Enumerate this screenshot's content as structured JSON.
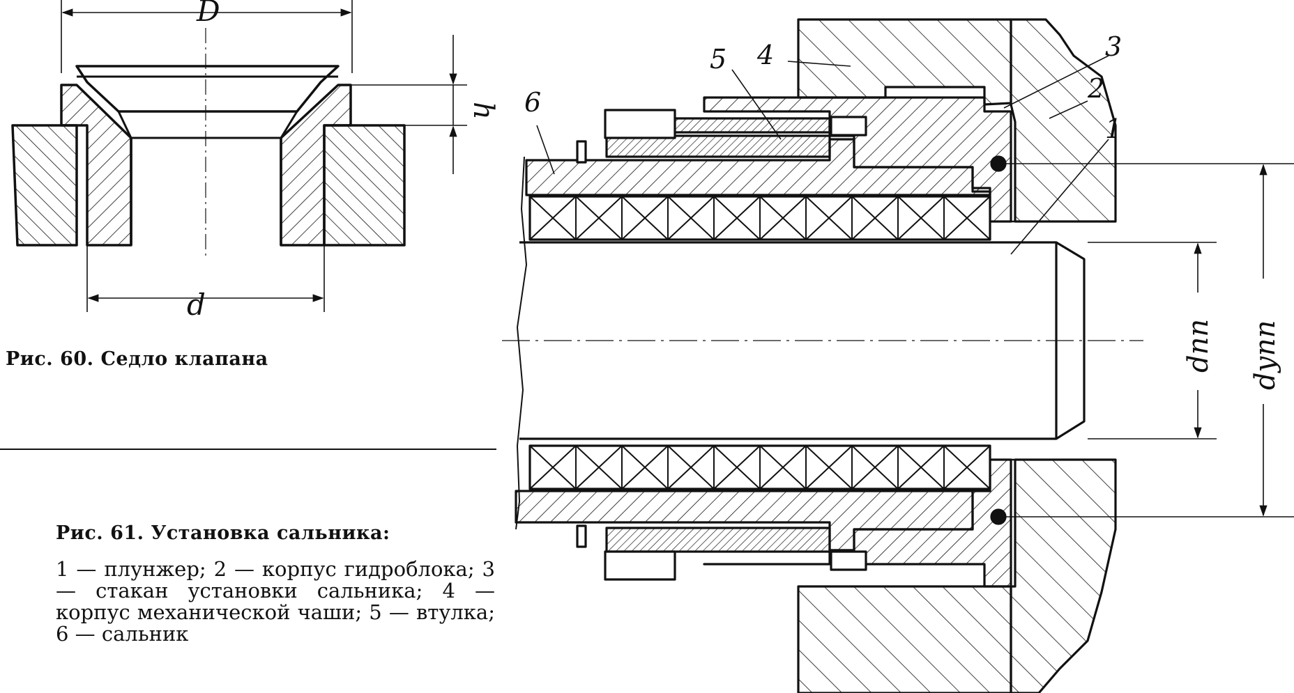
{
  "figure60": {
    "caption": "Рис. 60. Седло клапана",
    "labels": {
      "D": "D",
      "d": "d",
      "h": "h"
    }
  },
  "figure61": {
    "caption": "Рис. 61. Установка сальника:",
    "legend": "1 — плунжер; 2 — корпус гидроблока; 3 — стакан установки сальника; 4 — корпус механической чаши; 5 — втулка; 6 — сальник",
    "part_numbers": [
      "1",
      "2",
      "3",
      "4",
      "5",
      "6"
    ],
    "dim_labels": {
      "d_pp": "dпп",
      "d_upp": "dупп"
    }
  }
}
